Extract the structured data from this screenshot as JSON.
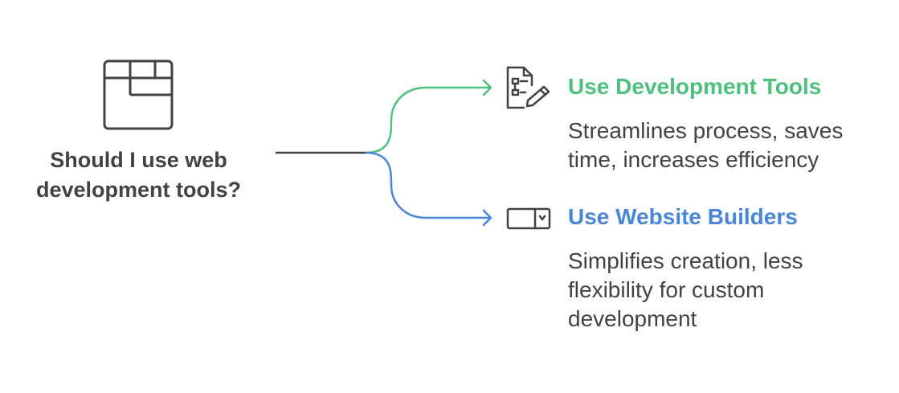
{
  "question": {
    "lines": [
      "Should I use web",
      "development tools?"
    ]
  },
  "colors": {
    "branch_1": "#4dbf7f",
    "branch_2": "#4a86d8",
    "stem": "#424242",
    "icon": "#424242"
  },
  "options": [
    {
      "title": "Use Development Tools",
      "description_lines": [
        "Streamlines process, saves",
        "time, increases efficiency"
      ],
      "icon": "document-edit-icon"
    },
    {
      "title": "Use Website Builders",
      "description_lines": [
        "Simplifies creation, less",
        "flexibility for custom",
        "development"
      ],
      "icon": "dropdown-selector-icon"
    }
  ],
  "question_icon": "layout-grid-icon"
}
